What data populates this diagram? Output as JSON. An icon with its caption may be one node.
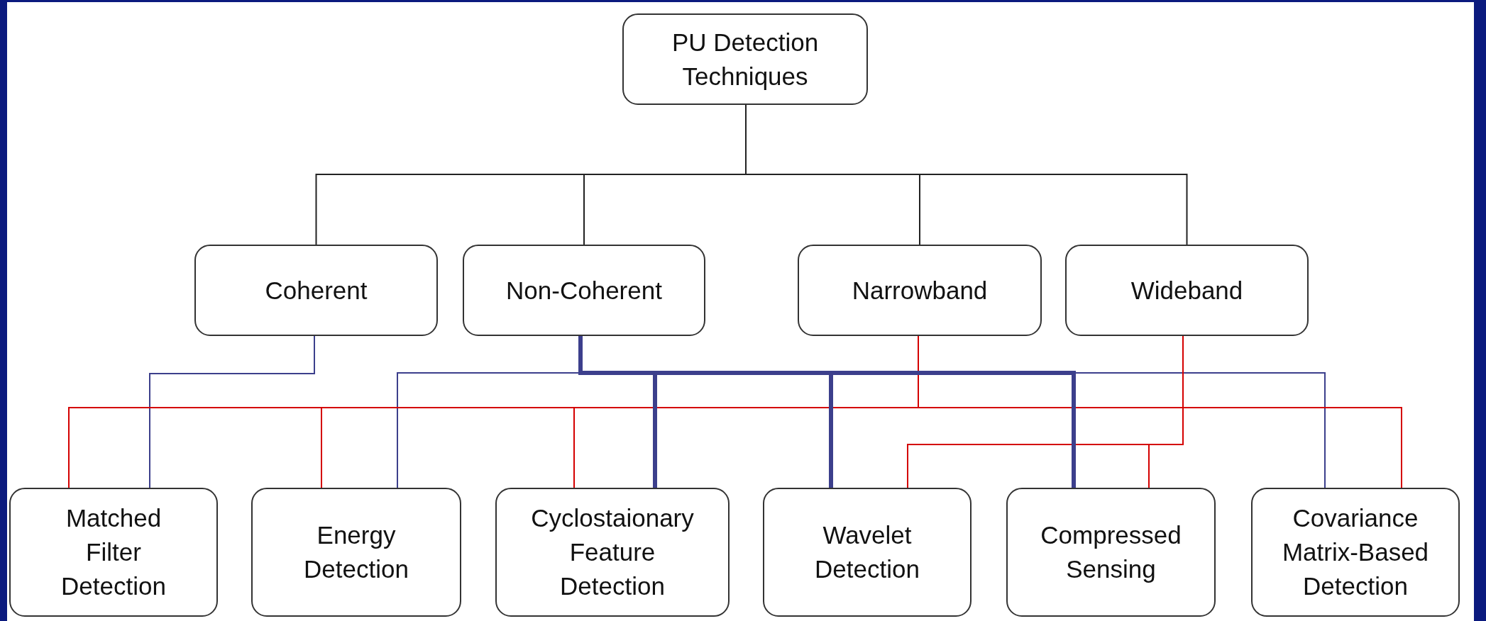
{
  "diagram": {
    "nodes": [
      {
        "text": [
          "PU Detection Techniques"
        ]
      },
      {
        "text": [
          "Coherent"
        ]
      },
      {
        "text": [
          "Non-Coherent"
        ]
      },
      {
        "text": [
          "Narrowband"
        ]
      },
      {
        "text": [
          "Wideband"
        ]
      },
      {
        "text": [
          "Matched Filter Detection"
        ]
      },
      {
        "text": [
          "Energy Detection"
        ]
      },
      {
        "text": [
          "Cyclostaionary Feature Detection"
        ]
      },
      {
        "text": [
          "Wavelet Detection"
        ]
      },
      {
        "text": [
          "Compressed Sensing"
        ]
      },
      {
        "text": [
          "Covariance Matrix-Based Detection"
        ]
      }
    ],
    "edges": [
      {
        "from": 0,
        "to": 1,
        "arrow": "none",
        "color": "#222222"
      },
      {
        "from": 0,
        "to": 2,
        "arrow": "none",
        "color": "#222222"
      },
      {
        "from": 0,
        "to": 3,
        "arrow": "none",
        "color": "#222222"
      },
      {
        "from": 0,
        "to": 4,
        "arrow": "none",
        "color": "#222222"
      },
      {
        "from": 1,
        "to": 5,
        "arrow": "none",
        "color": "#3c3f8c"
      },
      {
        "from": 2,
        "to": 6,
        "arrow": "none",
        "color": "#3c3f8c"
      },
      {
        "from": 2,
        "to": 7,
        "arrow": "none",
        "color": "#3c3f8c",
        "style": "thick"
      },
      {
        "from": 2,
        "to": 8,
        "arrow": "none",
        "color": "#3c3f8c",
        "style": "thick"
      },
      {
        "from": 2,
        "to": 9,
        "arrow": "none",
        "color": "#3c3f8c",
        "style": "thick"
      },
      {
        "from": 2,
        "to": 10,
        "arrow": "none",
        "color": "#3c3f8c"
      },
      {
        "from": 3,
        "to": 5,
        "arrow": "none",
        "color": "#d40000"
      },
      {
        "from": 3,
        "to": 6,
        "arrow": "none",
        "color": "#d40000"
      },
      {
        "from": 3,
        "to": 7,
        "arrow": "none",
        "color": "#d40000"
      },
      {
        "from": 3,
        "to": 10,
        "arrow": "none",
        "color": "#d40000"
      },
      {
        "from": 4,
        "to": 8,
        "arrow": "none",
        "color": "#d40000"
      },
      {
        "from": 4,
        "to": 9,
        "arrow": "none",
        "color": "#d40000"
      }
    ]
  }
}
